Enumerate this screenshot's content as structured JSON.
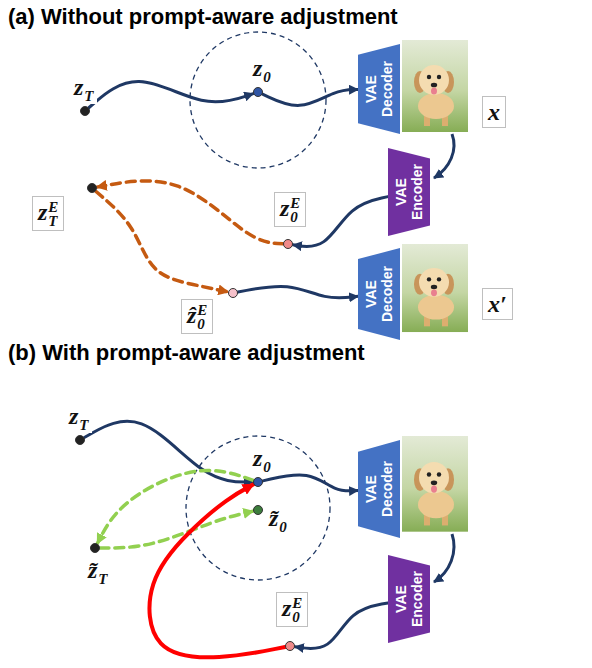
{
  "diagram": {
    "nodes": [
      {
        "text": [
          "zT"
        ]
      },
      {
        "text": [
          "z0"
        ]
      },
      {
        "text": [
          "VAE Decoder"
        ]
      },
      {
        "text": [
          "VAE Encoder"
        ]
      },
      {
        "text": [
          "zTE"
        ]
      },
      {
        "text": [
          "z0E"
        ]
      },
      {
        "text": [
          "ẑ0E"
        ]
      },
      {
        "text": [
          "VAE Decoder"
        ]
      },
      {
        "text": [
          "zT"
        ]
      },
      {
        "text": [
          "z0"
        ]
      },
      {
        "text": [
          "z̃0"
        ]
      },
      {
        "text": [
          "z̃T"
        ]
      },
      {
        "text": [
          "VAE Decoder"
        ]
      },
      {
        "text": [
          "VAE Encoder"
        ]
      },
      {
        "text": [
          "z0E"
        ]
      }
    ],
    "edges": [
      {
        "from": 0,
        "to": 1,
        "arrow": "to"
      },
      {
        "from": 1,
        "to": 2,
        "arrow": "to"
      },
      {
        "from": 3,
        "to": 5,
        "arrow": "to"
      },
      {
        "from": 5,
        "to": 4,
        "arrow": "to"
      },
      {
        "from": 4,
        "to": 6,
        "arrow": "to"
      },
      {
        "from": 6,
        "to": 7,
        "arrow": "to"
      },
      {
        "from": 8,
        "to": 9,
        "arrow": "to"
      },
      {
        "from": 9,
        "to": 12,
        "arrow": "to"
      },
      {
        "from": 9,
        "to": 11,
        "arrow": "to"
      },
      {
        "from": 11,
        "to": 10,
        "arrow": "to"
      },
      {
        "from": 13,
        "to": 14,
        "arrow": "to"
      },
      {
        "from": 14,
        "to": 9,
        "arrow": "to"
      }
    ],
    "labels": [
      "(a) Without prompt-aware adjustment",
      "x",
      "x′",
      "(b) With prompt-aware adjustment"
    ]
  }
}
